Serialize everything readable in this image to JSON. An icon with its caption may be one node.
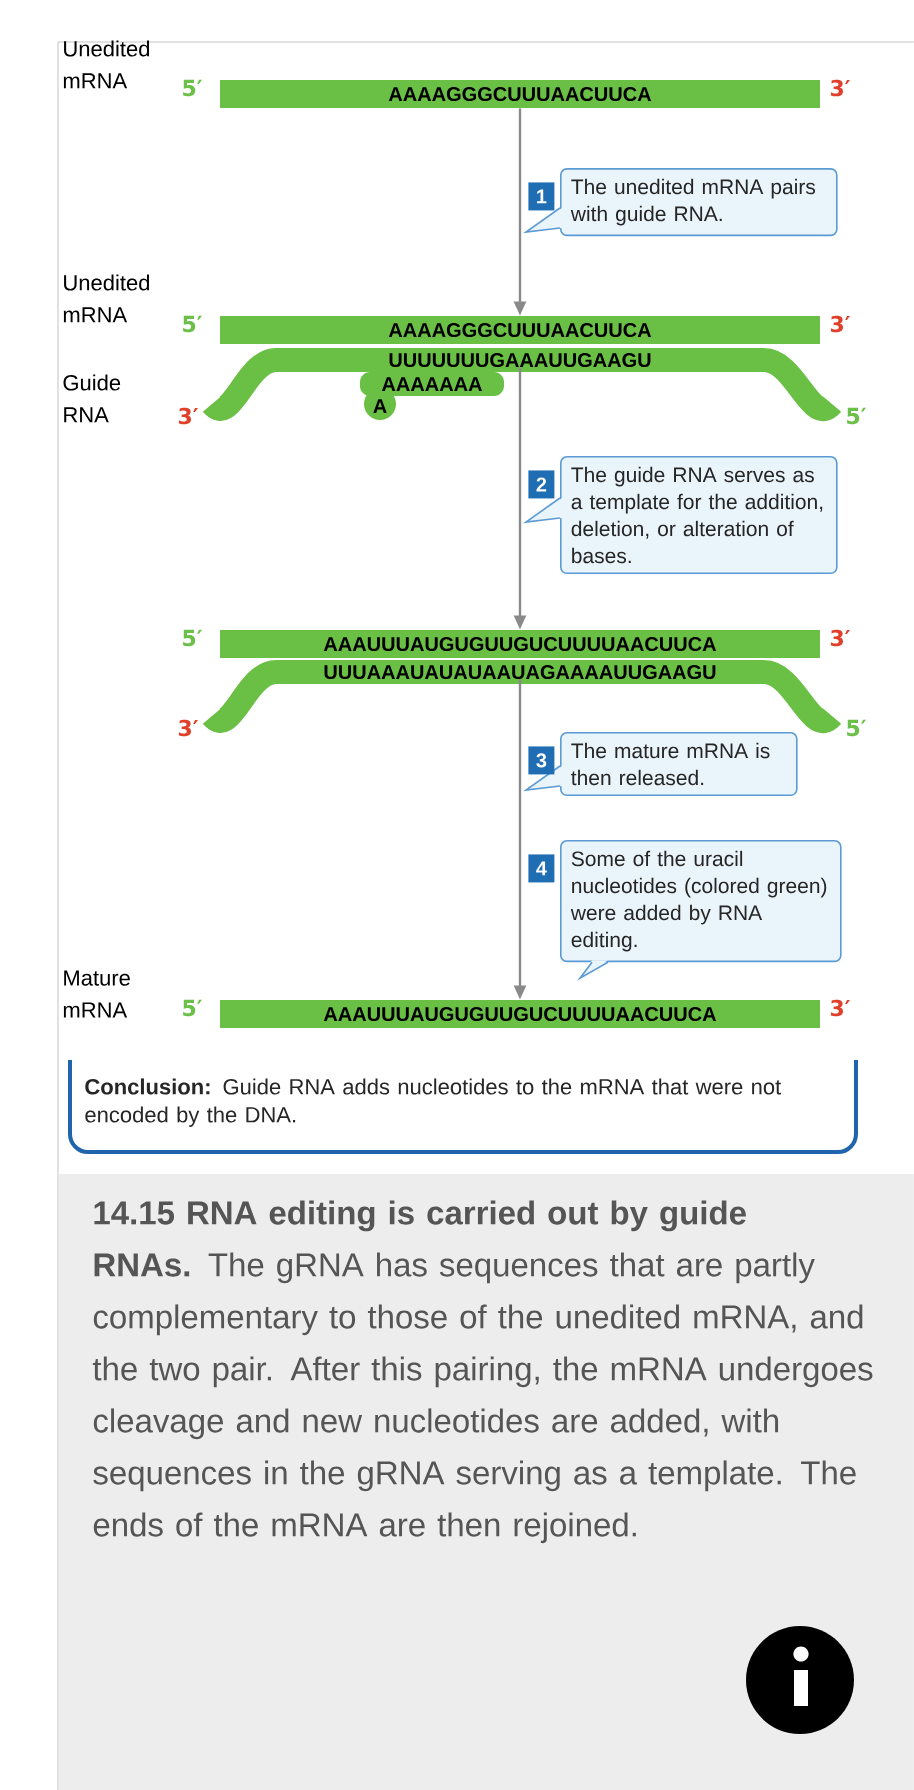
{
  "diagram": {
    "caption": "**14.15 RNA editing is carried out by guide RNAs.** The gRNA has sequences that are partly complementary to those of the unedited mRNA, and the two pair. After this pairing, the mRNA undergoes cleavage and new nucleotides are added, with sequences in the gRNA serving as a template. The ends of the mRNA are then rejoined.",
    "nodes": [
      {
        "text": [
          "AAAAGGGCUUUAACUUCA"
        ],
        "beside": [
          "5′",
          "3′"
        ]
      },
      {
        "text": [
          "1",
          "The unedited mRNA pairs with guide RNA."
        ]
      },
      {
        "text": [
          "AAAAGGGCUUUAACUUCA"
        ],
        "beside": [
          "5′",
          "3′"
        ]
      },
      {
        "text": [
          "UUUUUUUGAAAUUGAAGU",
          "AAAAAAA",
          "A"
        ],
        "beside": [
          "3′",
          "5′"
        ]
      },
      {
        "text": [
          "2",
          "The guide RNA serves as a template for the addition, deletion, or alteration of bases."
        ]
      },
      {
        "text": [
          "AAAUUUAUGUGUUGUCUUUUAACUUCA"
        ],
        "beside": [
          "5′",
          "3′"
        ]
      },
      {
        "text": [
          "UUUAAAUAUAUAAUAGAAAAUUGAAGU"
        ],
        "beside": [
          "3′",
          "5′"
        ]
      },
      {
        "text": [
          "3",
          "The mature mRNA is then released."
        ]
      },
      {
        "text": [
          "4",
          "Some of the uracil nucleotides (colored green) were added by RNA editing."
        ]
      },
      {
        "text": [
          "AAAUUUAUGUGUUGUCUUUUAACUUCA"
        ],
        "beside": [
          "5′",
          "3′"
        ]
      },
      {
        "text": [
          "**Conclusion:** Guide RNA adds nucleotides to the mRNA that were not encoded by the DNA."
        ]
      }
    ],
    "edges": [
      {
        "from": 0,
        "to": 2,
        "arrow": "to"
      },
      {
        "from": 3,
        "to": 5,
        "arrow": "to"
      },
      {
        "from": 6,
        "to": 9,
        "arrow": "to"
      }
    ],
    "labels": [
      "Unedited mRNA",
      "Unedited mRNA",
      "Guide RNA",
      "Mature mRNA"
    ]
  }
}
